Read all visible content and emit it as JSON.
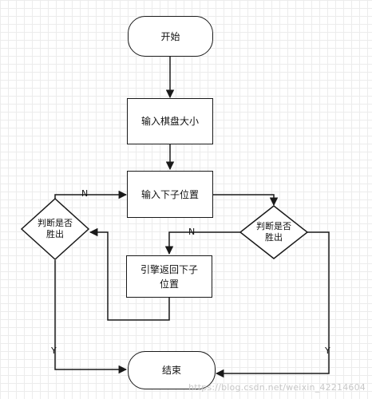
{
  "nodes": {
    "start": "开始",
    "input_board_size": "输入棋盘大小",
    "input_move": "输入下子位置",
    "check_win_right": "判断是否胜出",
    "engine_return_move": "引擎返回下子位置",
    "check_win_left": "判断是否胜出",
    "end": "结束"
  },
  "edges": {
    "no_left": "N",
    "no_right": "N",
    "yes_left": "Y",
    "yes_right": "Y"
  },
  "watermark": "https://blog.csdn.net/weixin_42214604",
  "colors": {
    "line": "#1a1a1a",
    "grid": "#ececec",
    "fill": "#ffffff"
  }
}
